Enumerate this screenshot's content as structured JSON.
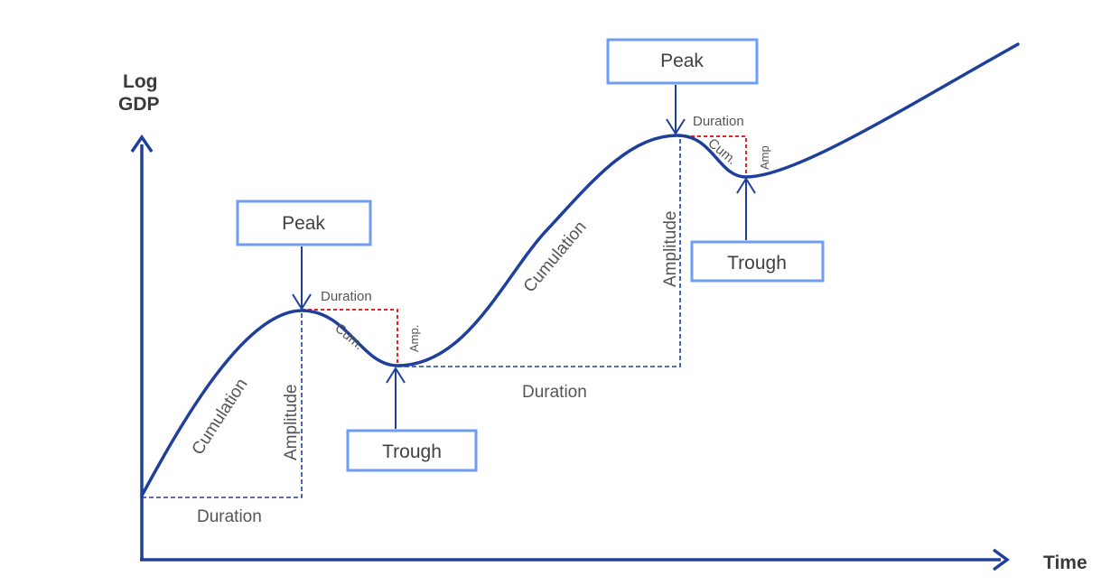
{
  "axes": {
    "y_label_line1": "Log",
    "y_label_line2": "GDP",
    "x_label": "Time"
  },
  "boxes": {
    "peak_1": "Peak",
    "trough_1": "Trough",
    "peak_2": "Peak",
    "trough_2": "Trough"
  },
  "labels": {
    "cumulation_1": "Cumulation",
    "amplitude_1": "Amplitude",
    "duration_1": "Duration",
    "duration_small_1": "Duration",
    "cum_small_1": "Cum.",
    "amp_small_1": "Amp.",
    "cumulation_2": "Cumulation",
    "amplitude_2": "Amplitude",
    "duration_2": "Duration",
    "duration_small_2": "Duration",
    "cum_small_2": "Cum.",
    "amp_small_2": "Amp"
  },
  "colors": {
    "curve": "#1f3f9c",
    "box_border": "#6f9df2",
    "dashed_red": "#e8212a",
    "text": "#555555"
  }
}
